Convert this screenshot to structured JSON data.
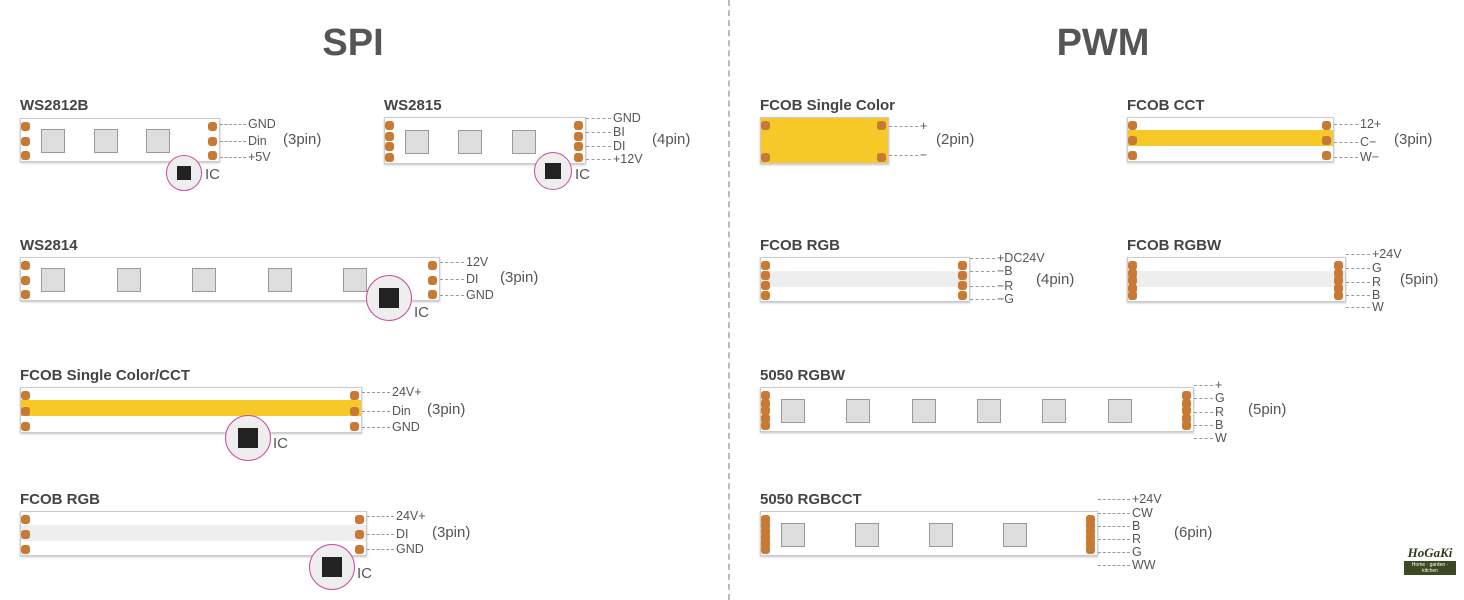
{
  "headings": {
    "spi": "SPI",
    "pwm": "PWM"
  },
  "ic_label": "IC",
  "strips": [
    {
      "id": "ws2812b",
      "title": "WS2812B",
      "pins": [
        "GND",
        "Din",
        "+5V"
      ],
      "pin_count": "(3pin)",
      "ic": true,
      "kind": "led"
    },
    {
      "id": "ws2815",
      "title": "WS2815",
      "pins": [
        "GND",
        "BI",
        "DI",
        "+12V"
      ],
      "pin_count": "(4pin)",
      "ic": true,
      "kind": "led"
    },
    {
      "id": "ws2814",
      "title": "WS2814",
      "pins": [
        "12V",
        "DI",
        "GND"
      ],
      "pin_count": "(3pin)",
      "ic": true,
      "kind": "led"
    },
    {
      "id": "fcob-single-cct",
      "title": "FCOB Single Color/CCT",
      "pins": [
        "24V+",
        "Din",
        "GND"
      ],
      "pin_count": "(3pin)",
      "ic": true,
      "kind": "yellow"
    },
    {
      "id": "fcob-rgb-spi",
      "title": "FCOB RGB",
      "pins": [
        "24V+",
        "DI",
        "GND"
      ],
      "pin_count": "(3pin)",
      "ic": true,
      "kind": "white"
    },
    {
      "id": "fcob-single",
      "title": "FCOB Single Color",
      "pins": [
        "+",
        "−"
      ],
      "pin_count": "(2pin)",
      "ic": false,
      "kind": "yellowfull"
    },
    {
      "id": "fcob-cct",
      "title": "FCOB CCT",
      "pins": [
        "12+",
        "C−",
        "W−"
      ],
      "pin_count": "(3pin)",
      "ic": false,
      "kind": "yellow"
    },
    {
      "id": "fcob-rgb",
      "title": "FCOB RGB",
      "pins": [
        "+DC24V",
        "−B",
        "−R",
        "−G"
      ],
      "pin_count": "(4pin)",
      "ic": false,
      "kind": "white"
    },
    {
      "id": "fcob-rgbw",
      "title": "FCOB RGBW",
      "pins": [
        "+24V",
        "G",
        "R",
        "B",
        "W"
      ],
      "pin_count": "(5pin)",
      "ic": false,
      "kind": "white"
    },
    {
      "id": "5050-rgbw",
      "title": "5050 RGBW",
      "pins": [
        "+",
        "G",
        "R",
        "B",
        "W"
      ],
      "pin_count": "(5pin)",
      "ic": false,
      "kind": "led"
    },
    {
      "id": "5050-rgbcct",
      "title": "5050 RGBCCT",
      "pins": [
        "+24V",
        "CW",
        "B",
        "R",
        "G",
        "WW"
      ],
      "pin_count": "(6pin)",
      "ic": false,
      "kind": "led"
    }
  ],
  "logo": {
    "name": "HoGaKi",
    "tagline": "Home · garden · kitchen"
  },
  "colors": {
    "pad": "#c87a35",
    "cob": "#f6c928",
    "ic_ring": "#c94c9d"
  }
}
